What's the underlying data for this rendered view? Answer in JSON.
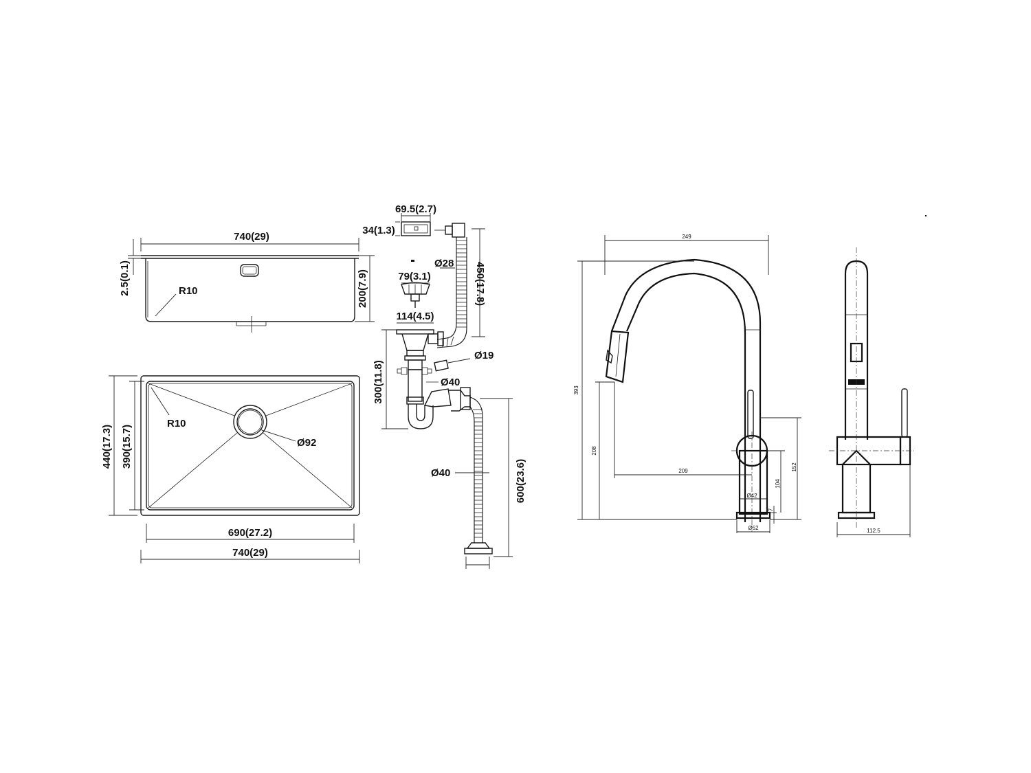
{
  "sink_side_view": {
    "width_label": "740(29)",
    "thickness_label": "2.5(0.1)",
    "depth_label": "200(7.9)",
    "radius_label": "R10"
  },
  "sink_top_view": {
    "outer_depth_label": "440(17.3)",
    "inner_depth_label": "390(15.7)",
    "radius_label": "R10",
    "drain_diameter_label": "Ø92",
    "inner_width_label": "690(27.2)",
    "outer_width_label": "740(29)"
  },
  "overflow": {
    "width_label": "69.5(2.7)",
    "height_label": "34(1.3)",
    "hose_diameter_label": "Ø28",
    "hose_length_label": "450(17.8)"
  },
  "strainer": {
    "top_label": "79(3.1)",
    "flange_label": "114(4.5)",
    "trap_height_label": "300(11.8)",
    "inlet_label": "Ø19",
    "outlet_label": "Ø40"
  },
  "drain_hose": {
    "diameter_label": "Ø40",
    "length_label": "600(23.6)"
  },
  "faucet_front": {
    "reach_label": "249",
    "height_label": "393",
    "spout_height_label": "208",
    "spout_reach_label": "209",
    "handle_height_label": "152",
    "body_height_label": "104",
    "base_height_label": "7",
    "body_diameter_label": "Ø42",
    "base_diameter_label": "Ø52"
  },
  "faucet_side": {
    "depth_label": "112.5"
  }
}
